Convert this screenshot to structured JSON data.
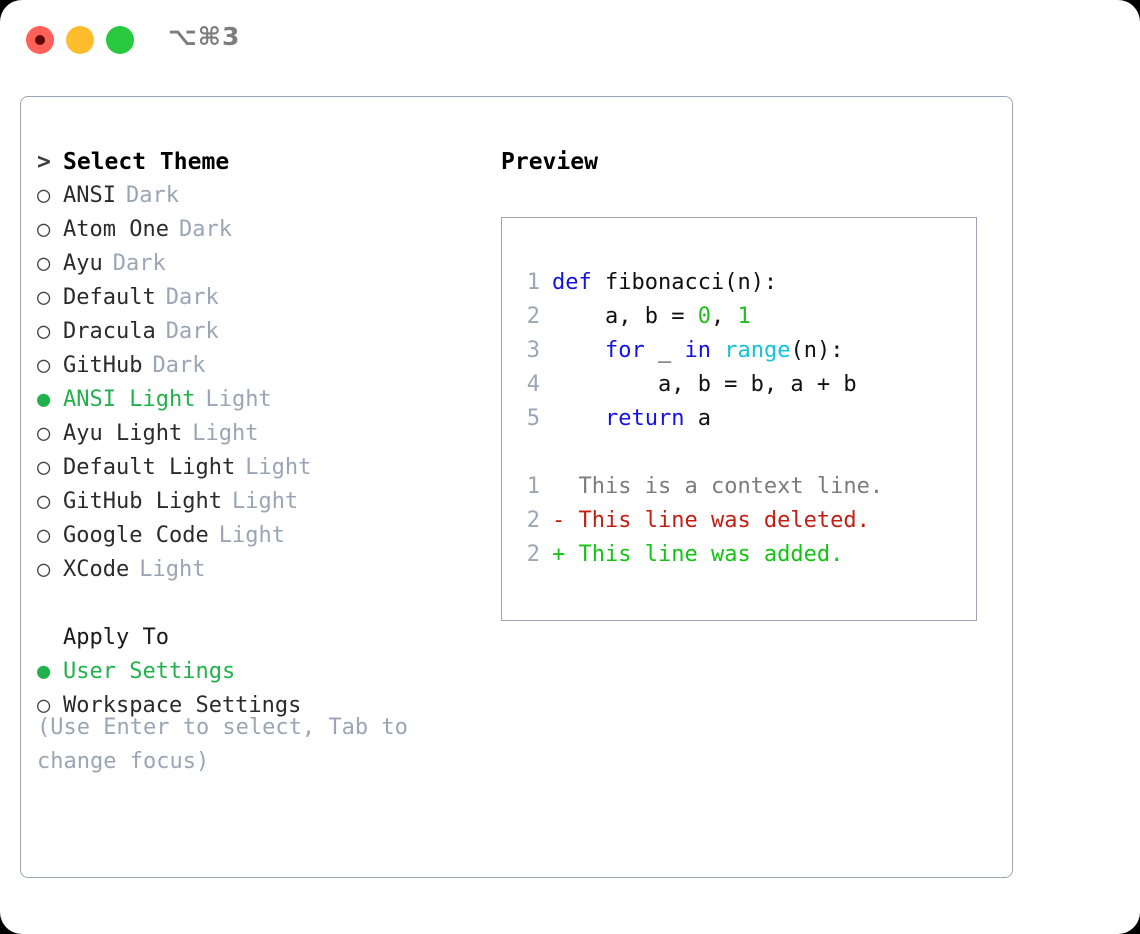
{
  "titlebar": {
    "shortcut": "⌥⌘3",
    "dots": [
      "close-red",
      "minimize-yellow",
      "zoom-green"
    ]
  },
  "left": {
    "header": {
      "prefix": ">",
      "title": "Select Theme"
    },
    "themes": [
      {
        "bullet": "○",
        "name": "ANSI",
        "variant": "Dark",
        "selected": false
      },
      {
        "bullet": "○",
        "name": "Atom One",
        "variant": "Dark",
        "selected": false
      },
      {
        "bullet": "○",
        "name": "Ayu",
        "variant": "Dark",
        "selected": false
      },
      {
        "bullet": "○",
        "name": "Default",
        "variant": "Dark",
        "selected": false
      },
      {
        "bullet": "○",
        "name": "Dracula",
        "variant": "Dark",
        "selected": false
      },
      {
        "bullet": "○",
        "name": "GitHub",
        "variant": "Dark",
        "selected": false
      },
      {
        "bullet": "●",
        "name": "ANSI Light",
        "variant": "Light",
        "selected": true
      },
      {
        "bullet": "○",
        "name": "Ayu Light",
        "variant": "Light",
        "selected": false
      },
      {
        "bullet": "○",
        "name": "Default Light",
        "variant": "Light",
        "selected": false
      },
      {
        "bullet": "○",
        "name": "GitHub Light",
        "variant": "Light",
        "selected": false
      },
      {
        "bullet": "○",
        "name": "Google Code",
        "variant": "Light",
        "selected": false
      },
      {
        "bullet": "○",
        "name": "XCode",
        "variant": "Light",
        "selected": false
      }
    ],
    "apply_to": {
      "title": "Apply To",
      "options": [
        {
          "bullet": "●",
          "name": "User Settings",
          "selected": true
        },
        {
          "bullet": "○",
          "name": "Workspace Settings",
          "selected": false
        }
      ]
    },
    "hint": "(Use Enter to select, Tab to change focus)"
  },
  "right": {
    "title": "Preview",
    "code_lines": [
      {
        "no": "1",
        "tokens": [
          {
            "t": "def",
            "c": "kw"
          },
          {
            "t": " fibonacci(n):",
            "c": "fn"
          }
        ]
      },
      {
        "no": "2",
        "tokens": [
          {
            "t": "    a, b = ",
            "c": "pl"
          },
          {
            "t": "0",
            "c": "num"
          },
          {
            "t": ", ",
            "c": "pl"
          },
          {
            "t": "1",
            "c": "num"
          }
        ]
      },
      {
        "no": "3",
        "tokens": [
          {
            "t": "    ",
            "c": "pl"
          },
          {
            "t": "for",
            "c": "kw"
          },
          {
            "t": " _ ",
            "c": "pl"
          },
          {
            "t": "in",
            "c": "kw"
          },
          {
            "t": " ",
            "c": "pl"
          },
          {
            "t": "range",
            "c": "bi"
          },
          {
            "t": "(n):",
            "c": "pl"
          }
        ]
      },
      {
        "no": "4",
        "tokens": [
          {
            "t": "        a, b = b, a + b",
            "c": "pl"
          }
        ]
      },
      {
        "no": "5",
        "tokens": [
          {
            "t": "    ",
            "c": "pl"
          },
          {
            "t": "return",
            "c": "kw"
          },
          {
            "t": " a",
            "c": "pl"
          }
        ]
      }
    ],
    "diff_lines": [
      {
        "no": "1",
        "marker": "  ",
        "text": "This is a context line.",
        "kind": "ctx"
      },
      {
        "no": "2",
        "marker": "- ",
        "text": "This line was deleted.",
        "kind": "del"
      },
      {
        "no": "2",
        "marker": "+ ",
        "text": "This line was added.",
        "kind": "add"
      }
    ]
  },
  "colors": {
    "accent_green": "#22b24c",
    "muted": "#9aa6b5",
    "keyword_blue": "#1414e0",
    "builtin_cyan": "#12c4d6",
    "number_green": "#1ec01e",
    "diff_added": "#14c414",
    "diff_deleted": "#c21f14",
    "border": "#9aa6b5"
  }
}
